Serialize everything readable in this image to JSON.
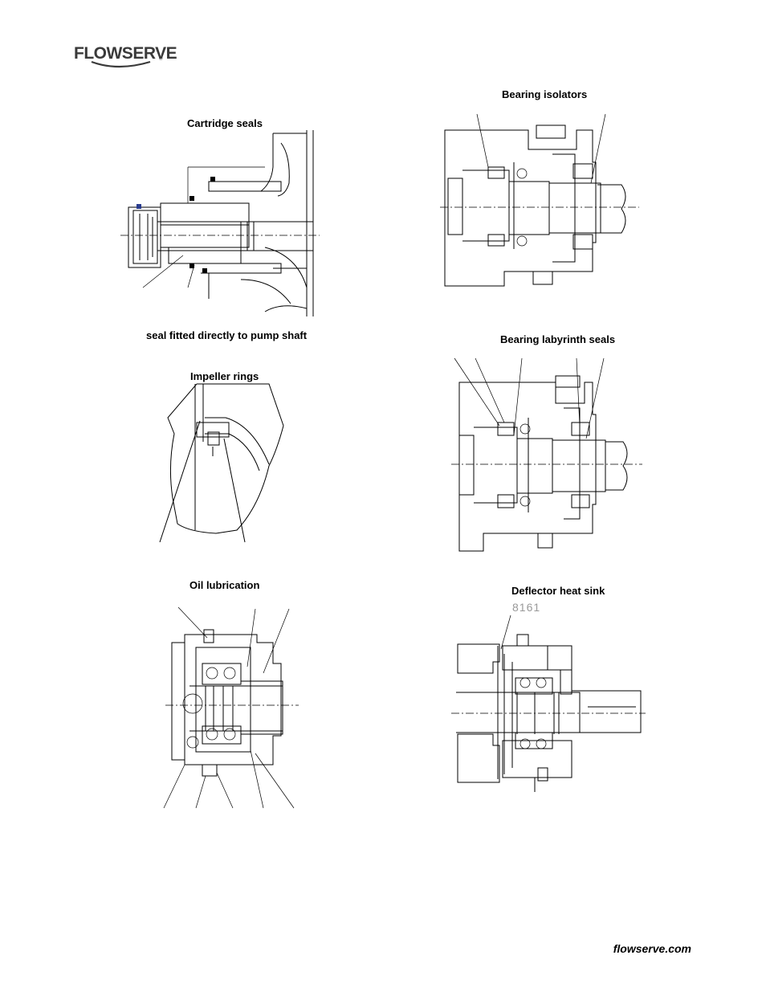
{
  "header": {
    "brand": "FLOWSERVE",
    "registered": "®"
  },
  "figures": {
    "cartridge_seals": {
      "title": "Cartridge seals"
    },
    "seal_direct": {
      "title": "seal fitted directly to pump shaft"
    },
    "impeller_rings": {
      "title": "Impeller rings"
    },
    "oil_lubrication": {
      "title": "Oil lubrication"
    },
    "bearing_isolators": {
      "title": "Bearing isolators"
    },
    "bearing_labyrinth_seals": {
      "title": "Bearing labyrinth seals"
    },
    "deflector_heat_sink": {
      "title": "Deflector heat sink",
      "part_number": "8161"
    }
  },
  "footer": {
    "website": "flowserve.com"
  }
}
